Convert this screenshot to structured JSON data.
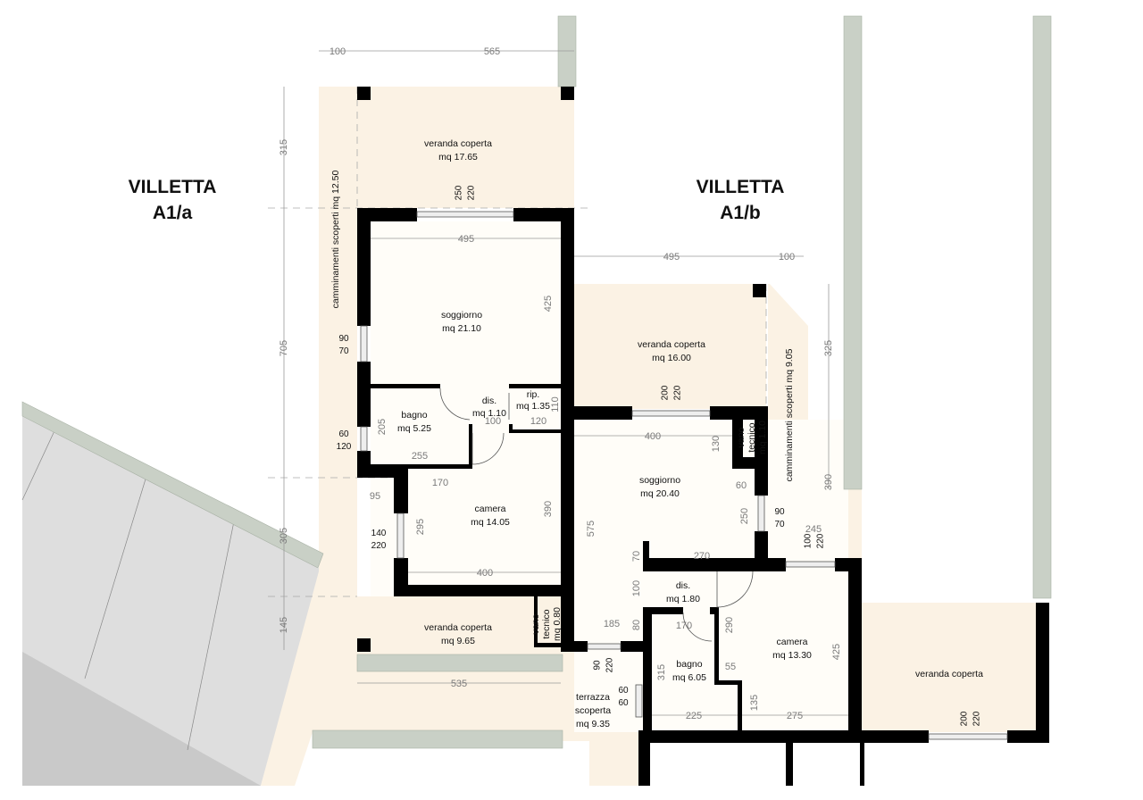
{
  "titles": [
    {
      "lines": [
        "VILLETTA",
        "A1/a"
      ]
    },
    {
      "lines": [
        "VILLETTA",
        "A1/b"
      ]
    }
  ],
  "rooms": [
    {
      "lines": [
        "veranda coperta",
        "mq 17.65"
      ]
    },
    {
      "lines": [
        "soggiorno",
        "mq 21.10"
      ]
    },
    {
      "lines": [
        "bagno",
        "mq 5.25"
      ]
    },
    {
      "lines": [
        "dis.",
        "mq 1.10"
      ]
    },
    {
      "lines": [
        "rip.",
        "mq 1.35"
      ]
    },
    {
      "lines": [
        "camera",
        "mq 14.05"
      ]
    },
    {
      "lines": [
        "veranda coperta",
        "mq 9.65"
      ]
    },
    {
      "lines": [
        "vano",
        "tecnico",
        "mq 0.80"
      ]
    },
    {
      "lines": [
        "camminamenti scoperti mq 12.50"
      ]
    },
    {
      "lines": [
        "veranda coperta",
        "mq 16.00"
      ]
    },
    {
      "lines": [
        "vano",
        "tecnico",
        "mq 1.10"
      ]
    },
    {
      "lines": [
        "camminamenti scoperti mq 9.05"
      ]
    },
    {
      "lines": [
        "soggiorno",
        "mq 20.40"
      ]
    },
    {
      "lines": [
        "dis.",
        "mq 1.80"
      ]
    },
    {
      "lines": [
        "bagno",
        "mq 6.05"
      ]
    },
    {
      "lines": [
        "camera",
        "mq 13.30"
      ]
    },
    {
      "lines": [
        "terrazza",
        "scoperta",
        "mq 9.35"
      ]
    },
    {
      "lines": [
        "veranda coperta"
      ]
    }
  ],
  "dimensions": [
    "100",
    "565",
    "315",
    "705",
    "305",
    "145",
    "495",
    "425",
    "205",
    "255",
    "100",
    "120",
    "110",
    "170",
    "95",
    "390",
    "295",
    "400",
    "535",
    "495",
    "100",
    "325",
    "390",
    "400",
    "130",
    "60",
    "250",
    "575",
    "270",
    "245",
    "70",
    "100",
    "80",
    "185",
    "170",
    "290",
    "55",
    "315",
    "225",
    "135",
    "275",
    "425"
  ],
  "openings": [
    {
      "lines": [
        "250",
        "220"
      ]
    },
    {
      "lines": [
        "90",
        "70"
      ]
    },
    {
      "lines": [
        "60",
        "120"
      ]
    },
    {
      "lines": [
        "140",
        "220"
      ]
    },
    {
      "lines": [
        "200",
        "220"
      ]
    },
    {
      "lines": [
        "90",
        "70"
      ]
    },
    {
      "lines": [
        "100",
        "220"
      ]
    },
    {
      "lines": [
        "90",
        "220"
      ]
    },
    {
      "lines": [
        "60",
        "60"
      ]
    },
    {
      "lines": [
        "200",
        "220"
      ]
    }
  ],
  "colors": {
    "veranda": "#fbf2e4",
    "interior": "#fffdf8",
    "wall": "#000000",
    "hedge": "#c9d0c6",
    "ground": "#dcdcdc"
  }
}
